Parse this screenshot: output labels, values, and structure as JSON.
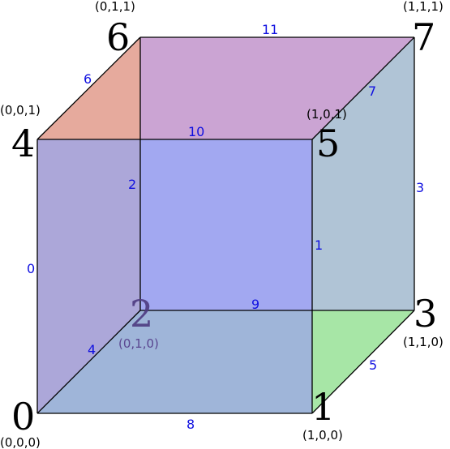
{
  "colors": {
    "bottom_face": "#a6e080",
    "right_face": "#86e098",
    "top_face": "#e07890",
    "left_face": "#e0a080",
    "back_face": "#a090e8",
    "front_face": "#8090ee",
    "edge": "#000000",
    "edge_label": "#1010e0"
  },
  "vertices": [
    {
      "num": "0",
      "coord": "(0,0,0)"
    },
    {
      "num": "1",
      "coord": "(1,0,0)"
    },
    {
      "num": "2",
      "coord": "(0,1,0)"
    },
    {
      "num": "3",
      "coord": "(1,1,0)"
    },
    {
      "num": "4",
      "coord": "(0,0,1)"
    },
    {
      "num": "5",
      "coord": "(1,0,1)"
    },
    {
      "num": "6",
      "coord": "(0,1,1)"
    },
    {
      "num": "7",
      "coord": "(1,1,1)"
    }
  ],
  "edges": [
    "0",
    "1",
    "2",
    "3",
    "4",
    "5",
    "6",
    "7",
    "8",
    "9",
    "10",
    "11"
  ]
}
